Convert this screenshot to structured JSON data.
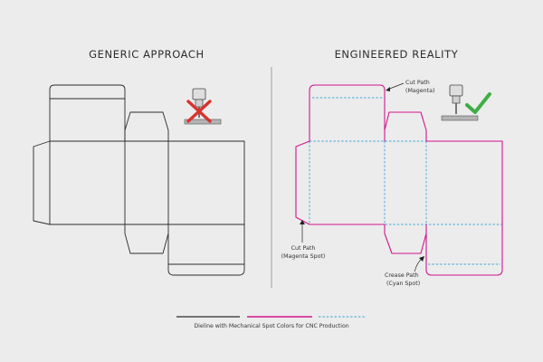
{
  "headings": {
    "left": "GENERIC APPROACH",
    "right": "ENGINEERED REALITY"
  },
  "callouts": {
    "top_right": [
      "Cut Path",
      "(Magenta)"
    ],
    "left": [
      "Cut Path",
      "(Magenta Spot)"
    ],
    "bottom": [
      "Crease Path",
      "(Cyan Spot)"
    ]
  },
  "legend": {
    "caption": "Dieline with Mechanical Spot Colors for CNC Production",
    "items": [
      "black-line",
      "magenta-line",
      "cyan-dashed-line"
    ]
  },
  "icons": {
    "generic_tool": "cnc-cutter-icon",
    "generic_status": "red-x-icon",
    "engineered_tool": "cnc-cutter-icon",
    "engineered_status": "green-check-icon"
  },
  "colors": {
    "background": "#ececec",
    "generic_line": "#2b2b2b",
    "cut_magenta": "#d4148e",
    "crease_cyan": "#3aa6d8",
    "reject_red": "#d9322c",
    "approve_green": "#3fae45",
    "divider": "#9a9a9a"
  }
}
